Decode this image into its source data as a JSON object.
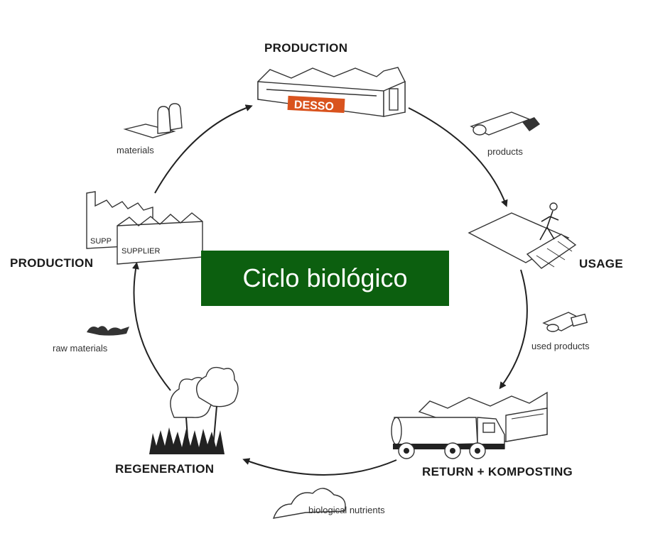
{
  "title": "Ciclo biológico",
  "stages": {
    "production_top": "PRODUCTION",
    "usage": "USAGE",
    "return": "RETURN + KOMPOSTING",
    "regeneration": "REGENERATION",
    "production_left": "PRODUCTION"
  },
  "flows": {
    "materials": "materials",
    "products": "products",
    "used_products": "used products",
    "biological_nutrients": "biological nutrients",
    "raw_materials": "raw materials"
  },
  "signs": {
    "factory_brand": "DESSO",
    "supplier_front": "SUPPLIER",
    "supplier_back": "SUPP"
  },
  "colors": {
    "title_bg": "#0c5f0f",
    "title_text": "#ffffff",
    "brand_sign": "#d9531e"
  },
  "icons": [
    "factory-icon",
    "carpet-roll-icon",
    "person-on-carpet-icon",
    "used-carpet-icon",
    "truck-icon",
    "cloud-icon",
    "trees-icon",
    "raw-materials-icon",
    "supplier-factory-icon",
    "silo-icon"
  ]
}
